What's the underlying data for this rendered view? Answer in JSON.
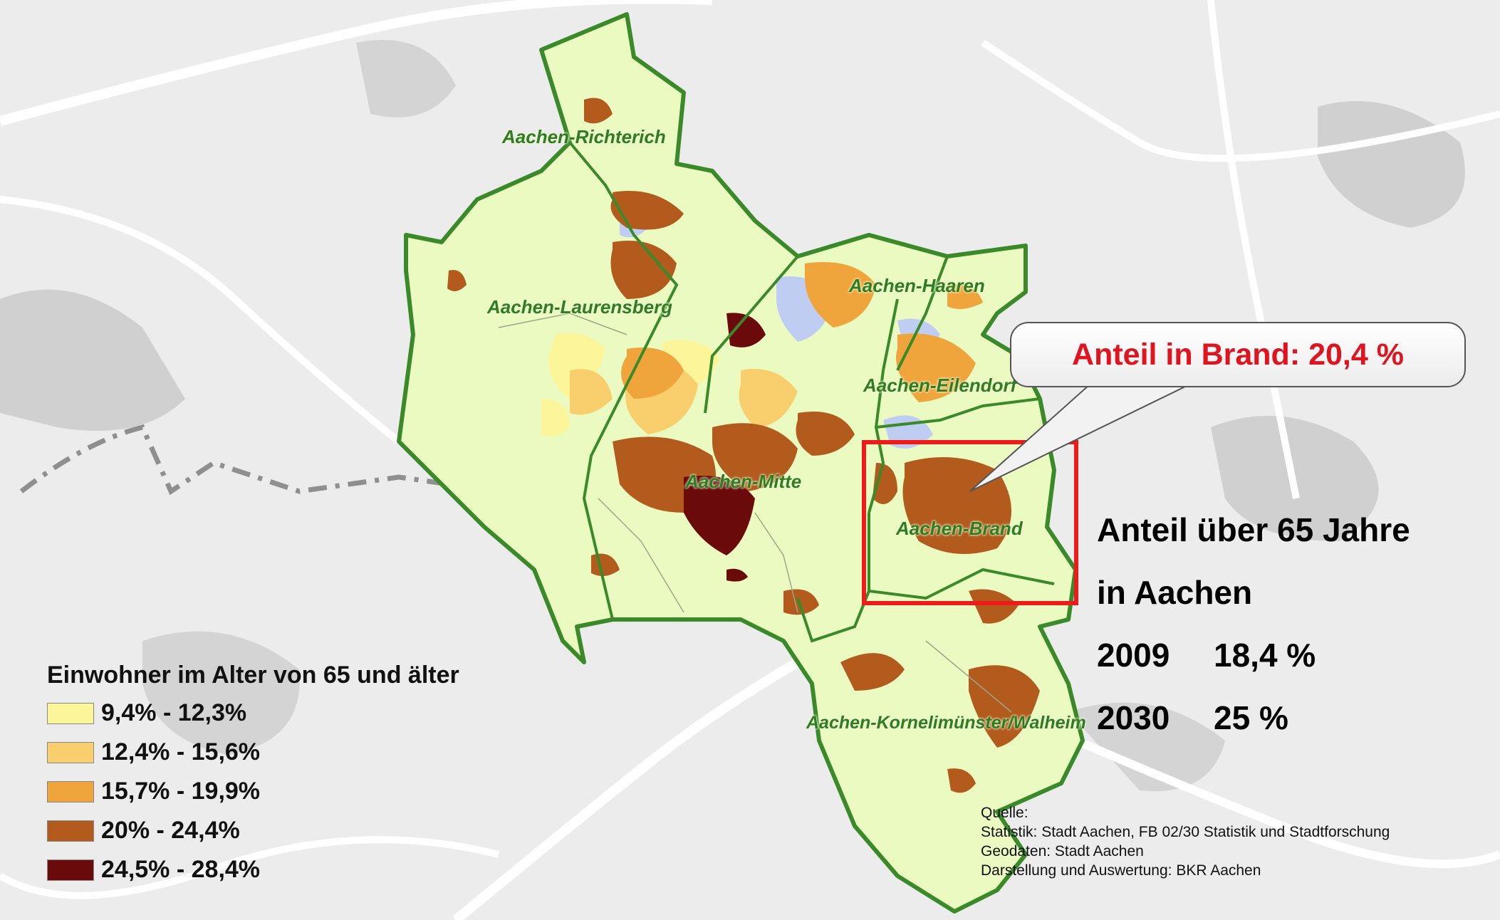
{
  "districts": {
    "richterich": "Aachen-Richterich",
    "laurensberg": "Aachen-Laurensberg",
    "haaren": "Aachen-Haaren",
    "eilendorf": "Aachen-Eilendorf",
    "mitte": "Aachen-Mitte",
    "brand": "Aachen-Brand",
    "kornelimuenster": "Aachen-Kornelimünster/Walheim"
  },
  "callout": {
    "text": "Anteil in Brand: 20,4 %"
  },
  "info": {
    "line1": "Anteil über 65 Jahre",
    "line2": "in Aachen",
    "rows": [
      {
        "year": "2009",
        "value": "18,4 %"
      },
      {
        "year": "2030",
        "value": "25 %"
      }
    ]
  },
  "legend": {
    "title": "Einwohner im Alter von 65 und älter",
    "items": [
      {
        "label": "9,4% - 12,3%",
        "color": "#fdf59a"
      },
      {
        "label": "12,4% - 15,6%",
        "color": "#f9cf6d"
      },
      {
        "label": "15,7% - 19,9%",
        "color": "#f0a53c"
      },
      {
        "label": "20% - 24,4%",
        "color": "#b35b1d"
      },
      {
        "label": "24,5% - 28,4%",
        "color": "#6b0a0a"
      }
    ]
  },
  "source": {
    "heading": "Quelle:",
    "lines": [
      "Statistik: Stadt Aachen, FB 02/30 Statistik und Stadtforschung",
      "Geodaten: Stadt Aachen",
      "Darstellung und Auswertung: BKR Aachen"
    ]
  },
  "colors": {
    "base": "#ebfac1",
    "boundary": "#3a8a2a",
    "highlight": "#ee1b1b",
    "settlement_gray": "#c4c4c4",
    "water_blue": "#c0cdf2"
  }
}
